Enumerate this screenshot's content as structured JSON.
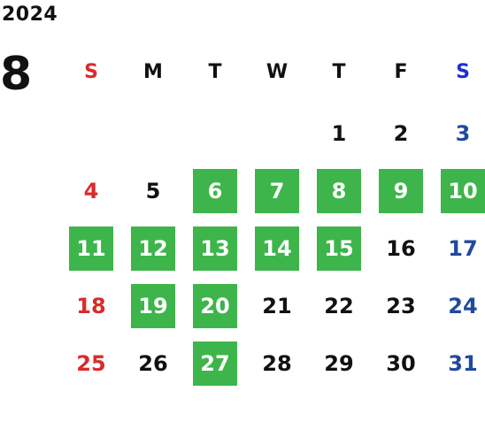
{
  "calendar": {
    "year": "2024",
    "month": "8",
    "weekdays": [
      "S",
      "M",
      "T",
      "W",
      "T",
      "F",
      "S"
    ],
    "first_weekday_index": 4,
    "days_in_month": 31,
    "highlighted_days": [
      6,
      7,
      8,
      9,
      10,
      11,
      12,
      13,
      14,
      15,
      19,
      20,
      27
    ],
    "colors": {
      "highlight": "#3db54a",
      "sunday": "#d92b2b",
      "saturday": "#1f4a9e",
      "saturday_header": "#1a2fd6",
      "default_text": "#111111"
    }
  }
}
